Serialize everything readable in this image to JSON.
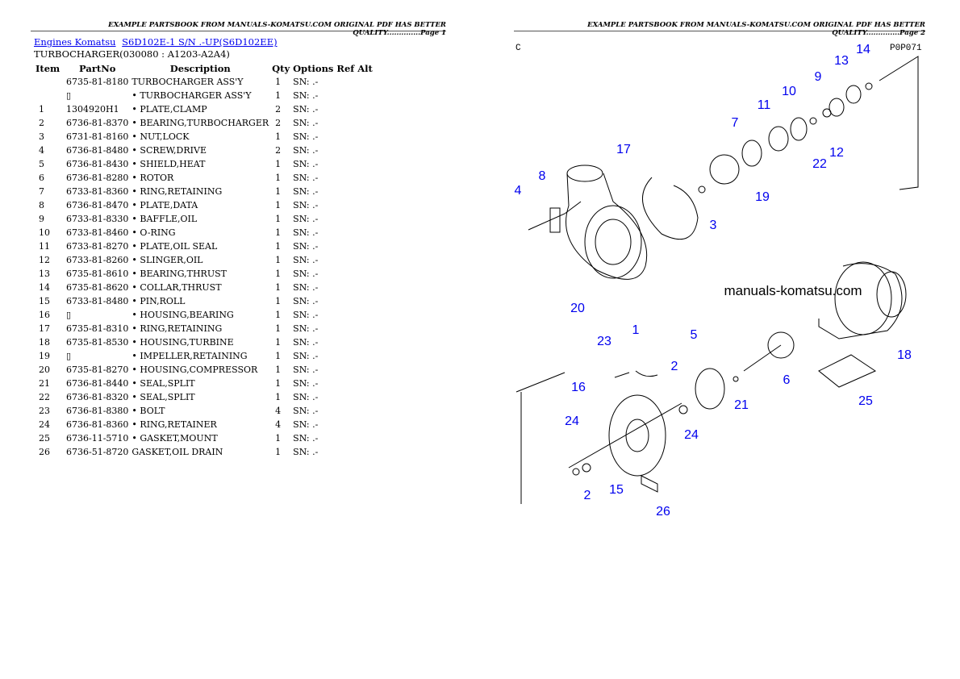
{
  "page1": {
    "header": "EXAMPLE PARTSBOOK FROM MANUALS-KOMATSU.COM ORIGINAL PDF HAS BETTER QUALITY..............Page 1",
    "breadcrumb": [
      "Engines Komatsu",
      "S6D102E-1 S/N .-UP(S6D102EE)"
    ],
    "section": "TURBOCHARGER(030080 : A1203-A2A4)",
    "columns": [
      "Item",
      "PartNo",
      "Description",
      "Qty",
      "Options Ref Alt"
    ],
    "rows": [
      [
        "",
        "6735-81-8180",
        "TURBOCHARGER ASS'Y",
        "1",
        "SN: .-"
      ],
      [
        "",
        "▯",
        "• TURBOCHARGER ASS'Y",
        "1",
        "SN: .-"
      ],
      [
        "1",
        "1304920H1",
        "• PLATE,CLAMP",
        "2",
        "SN: .-"
      ],
      [
        "2",
        "6736-81-8370",
        "• BEARING,TURBOCHARGER",
        "2",
        "SN: .-"
      ],
      [
        "3",
        "6731-81-8160",
        "• NUT,LOCK",
        "1",
        "SN: .-"
      ],
      [
        "4",
        "6736-81-8480",
        "• SCREW,DRIVE",
        "2",
        "SN: .-"
      ],
      [
        "5",
        "6736-81-8430",
        "• SHIELD,HEAT",
        "1",
        "SN: .-"
      ],
      [
        "6",
        "6736-81-8280",
        "• ROTOR",
        "1",
        "SN: .-"
      ],
      [
        "7",
        "6733-81-8360",
        "• RING,RETAINING",
        "1",
        "SN: .-"
      ],
      [
        "8",
        "6736-81-8470",
        "• PLATE,DATA",
        "1",
        "SN: .-"
      ],
      [
        "9",
        "6733-81-8330",
        "• BAFFLE,OIL",
        "1",
        "SN: .-"
      ],
      [
        "10",
        "6733-81-8460",
        "• O-RING",
        "1",
        "SN: .-"
      ],
      [
        "11",
        "6733-81-8270",
        "• PLATE,OIL SEAL",
        "1",
        "SN: .-"
      ],
      [
        "12",
        "6733-81-8260",
        "• SLINGER,OIL",
        "1",
        "SN: .-"
      ],
      [
        "13",
        "6735-81-8610",
        "• BEARING,THRUST",
        "1",
        "SN: .-"
      ],
      [
        "14",
        "6735-81-8620",
        "• COLLAR,THRUST",
        "1",
        "SN: .-"
      ],
      [
        "15",
        "6733-81-8480",
        "• PIN,ROLL",
        "1",
        "SN: .-"
      ],
      [
        "16",
        "▯",
        "• HOUSING,BEARING",
        "1",
        "SN: .-"
      ],
      [
        "17",
        "6735-81-8310",
        "• RING,RETAINING",
        "1",
        "SN: .-"
      ],
      [
        "18",
        "6735-81-8530",
        "• HOUSING,TURBINE",
        "1",
        "SN: .-"
      ],
      [
        "19",
        "▯",
        "• IMPELLER,RETAINING",
        "1",
        "SN: .-"
      ],
      [
        "20",
        "6735-81-8270",
        "• HOUSING,COMPRESSOR",
        "1",
        "SN: .-"
      ],
      [
        "21",
        "6736-81-8440",
        "• SEAL,SPLIT",
        "1",
        "SN: .-"
      ],
      [
        "22",
        "6736-81-8320",
        "• SEAL,SPLIT",
        "1",
        "SN: .-"
      ],
      [
        "23",
        "6736-81-8380",
        "• BOLT",
        "4",
        "SN: .-"
      ],
      [
        "24",
        "6736-81-8360",
        "• RING,RETAINER",
        "4",
        "SN: .-"
      ],
      [
        "25",
        "6736-11-5710",
        "• GASKET,MOUNT",
        "1",
        "SN: .-"
      ],
      [
        "26",
        "6736-51-8720",
        "GASKET,OIL DRAIN",
        "1",
        "SN: .-"
      ]
    ]
  },
  "page2": {
    "header": "EXAMPLE PARTSBOOK FROM MANUALS-KOMATSU.COM ORIGINAL PDF HAS BETTER QUALITY..............Page 2",
    "diagram": {
      "code": "P0P071",
      "corner_mark": "C",
      "watermark": "manuals-komatsu.com",
      "callouts": [
        "14",
        "13",
        "9",
        "10",
        "11",
        "7",
        "12",
        "22",
        "17",
        "8",
        "19",
        "4",
        "3",
        "20",
        "18",
        "23",
        "1",
        "5",
        "2",
        "6",
        "16",
        "21",
        "24",
        "24",
        "25",
        "2",
        "15",
        "26"
      ]
    }
  }
}
